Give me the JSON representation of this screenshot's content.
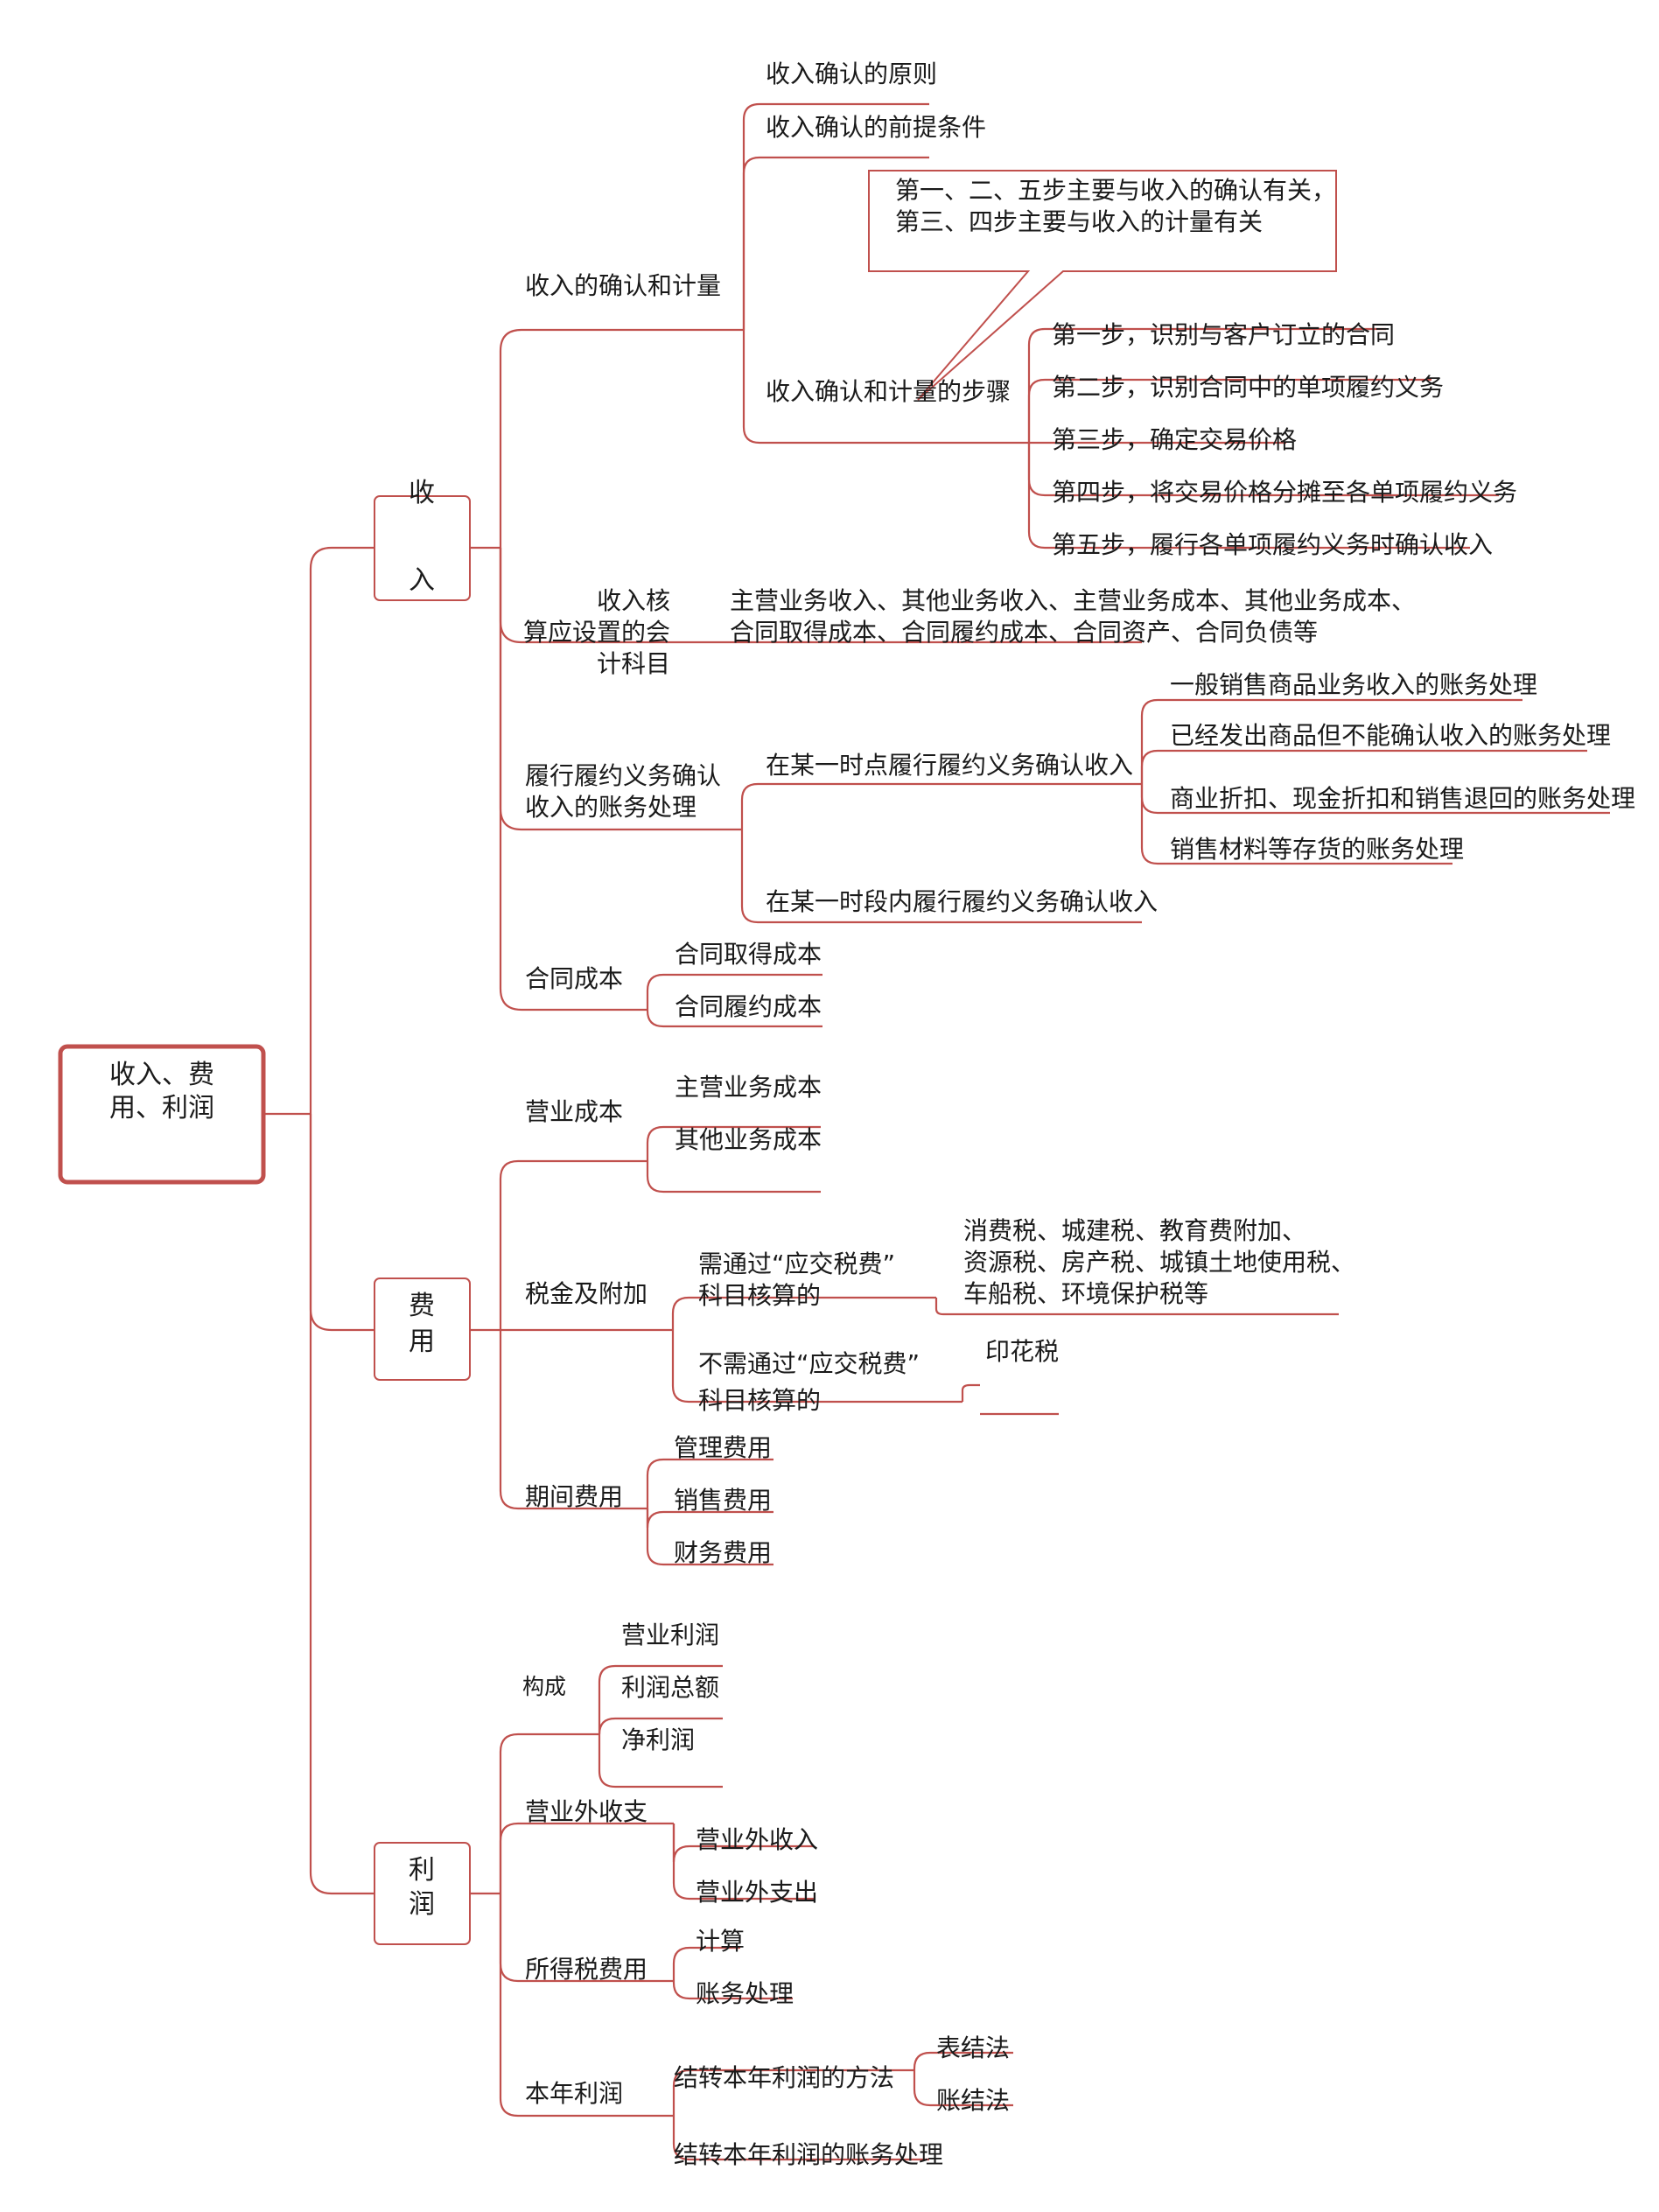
{
  "colors": {
    "line": "#c0504d",
    "text": "#1a1a1a",
    "background": "#ffffff"
  },
  "root": {
    "lines": [
      "收入、费",
      "用、利润"
    ]
  },
  "branches": {
    "income": {
      "chars": [
        "收",
        "入"
      ],
      "recognition": {
        "label": "收入的确认和计量",
        "principle": "收入确认的原则",
        "prerequisite": "收入确认的前提条件",
        "steps_label": "收入确认和计量的步骤",
        "callout": [
          "第一、二、五步主要与收入的确认有关，",
          "第三、四步主要与收入的计量有关"
        ],
        "steps": [
          "第一步，识别与客户订立的合同",
          "第二步，识别合同中的单项履约义务",
          "第三步，确定交易价格",
          "第四步，将交易价格分摊至各单项履约义务",
          "第五步，履行各单项履约义务时确认收入"
        ]
      },
      "accounts": {
        "label": [
          "收入核",
          "算应设置的会",
          "计科目"
        ],
        "detail": [
          "主营业务收入、其他业务收入、主营业务成本、其他业务成本、",
          "合同取得成本、合同履约成本、合同资产、合同负债等"
        ]
      },
      "performance": {
        "label": [
          "履行履约义务确认",
          "收入的账务处理"
        ],
        "point_in_time": "在某一时点履行履约义务确认收入",
        "point_items": [
          "一般销售商品业务收入的账务处理",
          "已经发出商品但不能确认收入的账务处理",
          "商业折扣、现金折扣和销售退回的账务处理",
          "销售材料等存货的账务处理"
        ],
        "over_time": "在某一时段内履行履约义务确认收入"
      },
      "contract_cost": {
        "label": "合同成本",
        "items": [
          "合同取得成本",
          "合同履约成本"
        ]
      }
    },
    "expense": {
      "chars": [
        "费",
        "用"
      ],
      "operating_cost": {
        "label": "营业成本",
        "items": [
          "主营业务成本",
          "其他业务成本"
        ]
      },
      "taxes": {
        "label": "税金及附加",
        "via_payable": [
          "需通过“应交税费”",
          "科目核算的"
        ],
        "via_payable_detail": [
          "消费税、城建税、教育费附加、",
          "资源税、房产税、城镇土地使用税、",
          "车船税、环境保护税等"
        ],
        "not_via_payable": [
          "不需通过“应交税费”",
          "科目核算的"
        ],
        "not_via_payable_detail": "印花税"
      },
      "period": {
        "label": "期间费用",
        "items": [
          "管理费用",
          "销售费用",
          "财务费用"
        ]
      }
    },
    "profit": {
      "chars": [
        "利",
        "润"
      ],
      "composition": {
        "label": "构成",
        "items": [
          "营业利润",
          "利润总额",
          "净利润"
        ]
      },
      "non_operating": {
        "label": "营业外收支",
        "items": [
          "营业外收入",
          "营业外支出"
        ]
      },
      "income_tax": {
        "label": "所得税费用",
        "items": [
          "计算",
          "账务处理"
        ]
      },
      "annual": {
        "label": "本年利润",
        "methods_label": "结转本年利润的方法",
        "methods": [
          "表结法",
          "账结法"
        ],
        "accounting": "结转本年利润的账务处理"
      }
    }
  }
}
